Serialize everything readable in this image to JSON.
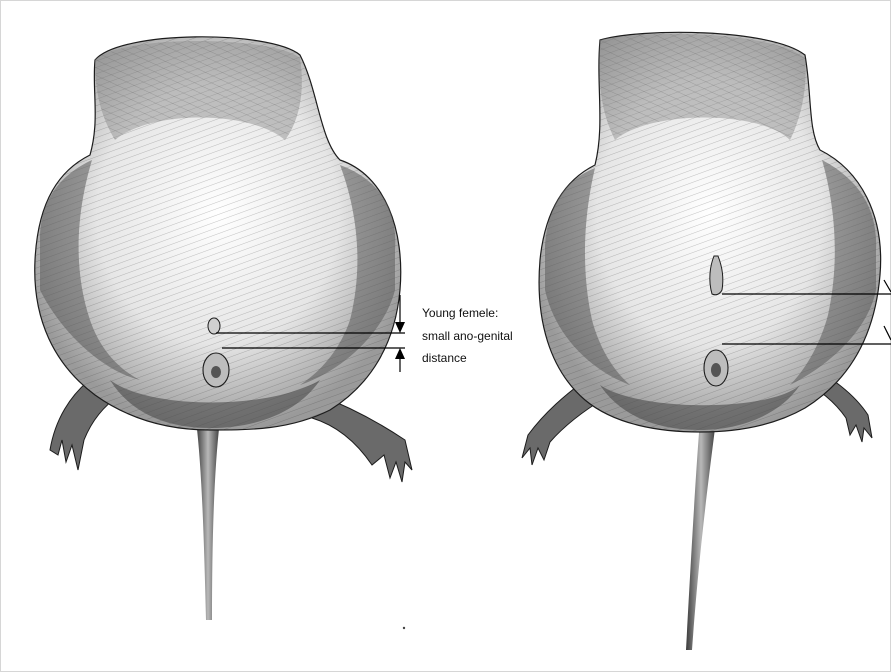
{
  "figure": {
    "left_animal": {
      "caption_lines": [
        "Young femele:",
        "small ano-genital",
        "distance"
      ]
    },
    "right_animal": {
      "caption_lines": []
    }
  }
}
